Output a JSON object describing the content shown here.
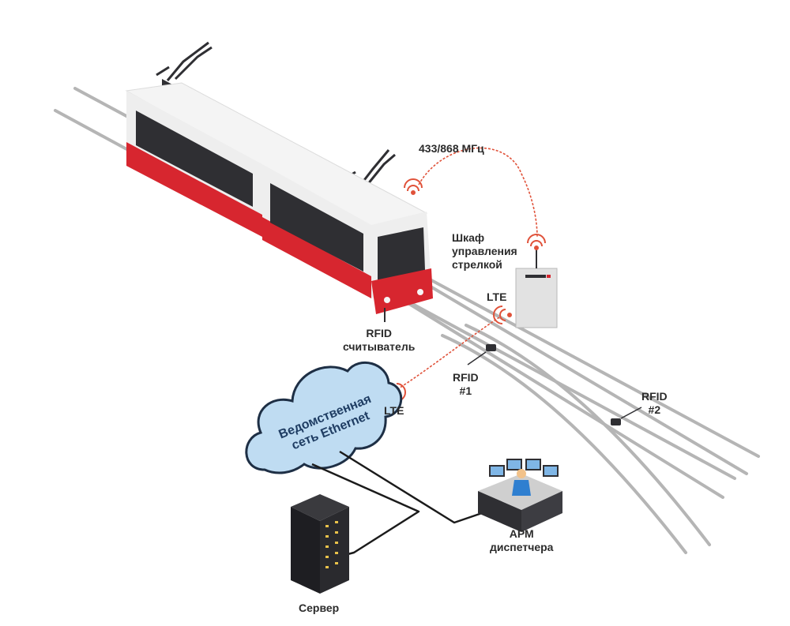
{
  "labels": {
    "radio_band": "433/868 МГц",
    "switch_cabinet": [
      "Шкаф",
      "управления",
      "стрелкой"
    ],
    "lte_cabinet": "LTE",
    "rfid_reader": [
      "RFID",
      "считыватель"
    ],
    "rfid_1": [
      "RFID",
      "#1"
    ],
    "rfid_2": [
      "RFID",
      "#2"
    ],
    "lte_cloud": "LTE",
    "cloud": [
      "Ведомственная",
      "сеть Ethernet"
    ],
    "dispatcher": [
      "АРМ",
      "диспетчера"
    ],
    "server": "Сервер"
  },
  "colors": {
    "tram_red": "#d7262f",
    "tram_body": "#f1f1f1",
    "window": "#2f2f33",
    "rail": "#b5b5b5",
    "signal": "#e0523a",
    "cloud_fill": "#bfdcf2",
    "cloud_stroke": "#1e2f45",
    "cable": "#1b1b1b"
  },
  "icons": [
    "wifi-signal-icon",
    "rfid-tag-icon",
    "server-rack-icon",
    "cloud-icon",
    "cabinet-icon",
    "workstation-icon"
  ]
}
